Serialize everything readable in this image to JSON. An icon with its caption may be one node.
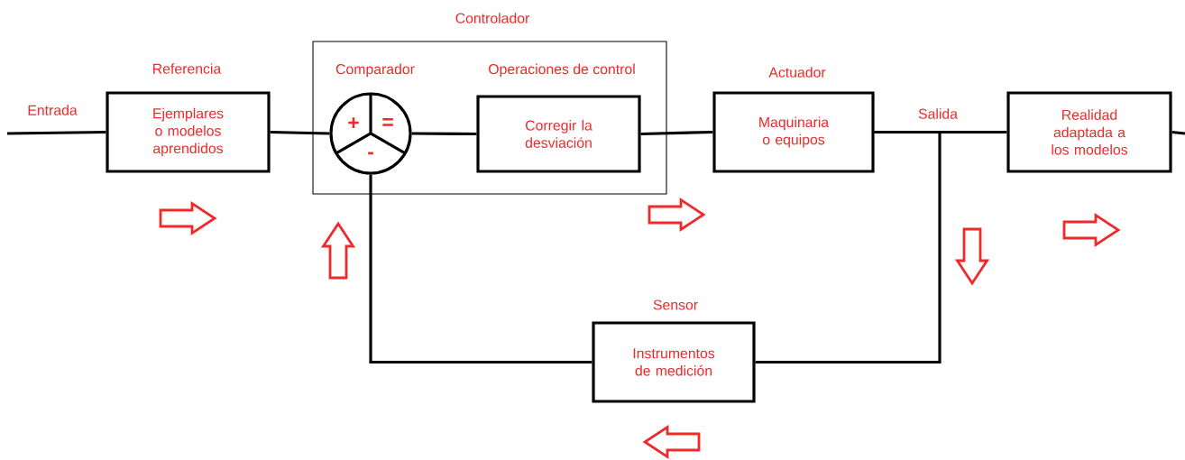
{
  "diagram": {
    "nodes": [
      {
        "text": [
          "Controlador"
        ]
      },
      {
        "text": [
          "Referencia",
          "Ejemplares o modelos aprendidos"
        ]
      },
      {
        "text": [
          "Comparador",
          "+",
          "=",
          "-"
        ],
        "in": 0
      },
      {
        "text": [
          "Operaciones de control",
          "Corregir la desviación"
        ],
        "in": 0
      },
      {
        "text": [
          "Actuador",
          "Maquinaria o equipos"
        ]
      },
      {
        "text": [
          "Realidad adaptada a los modelos"
        ]
      },
      {
        "text": [
          "Sensor",
          "Instrumentos de medición"
        ]
      }
    ],
    "edges": [
      {
        "from": null,
        "to": 1,
        "arrow": "none"
      },
      {
        "from": 1,
        "to": 2,
        "arrow": "none"
      },
      {
        "from": 2,
        "to": 3,
        "arrow": "none"
      },
      {
        "from": 3,
        "to": 4,
        "arrow": "none"
      },
      {
        "from": 4,
        "to": 5,
        "arrow": "none"
      },
      {
        "from": 5,
        "to": null,
        "arrow": "none"
      },
      {
        "from": 4,
        "to": 6,
        "arrow": "none"
      },
      {
        "from": 6,
        "to": 2,
        "arrow": "none"
      }
    ],
    "labels": [
      "Entrada",
      "Salida"
    ]
  }
}
